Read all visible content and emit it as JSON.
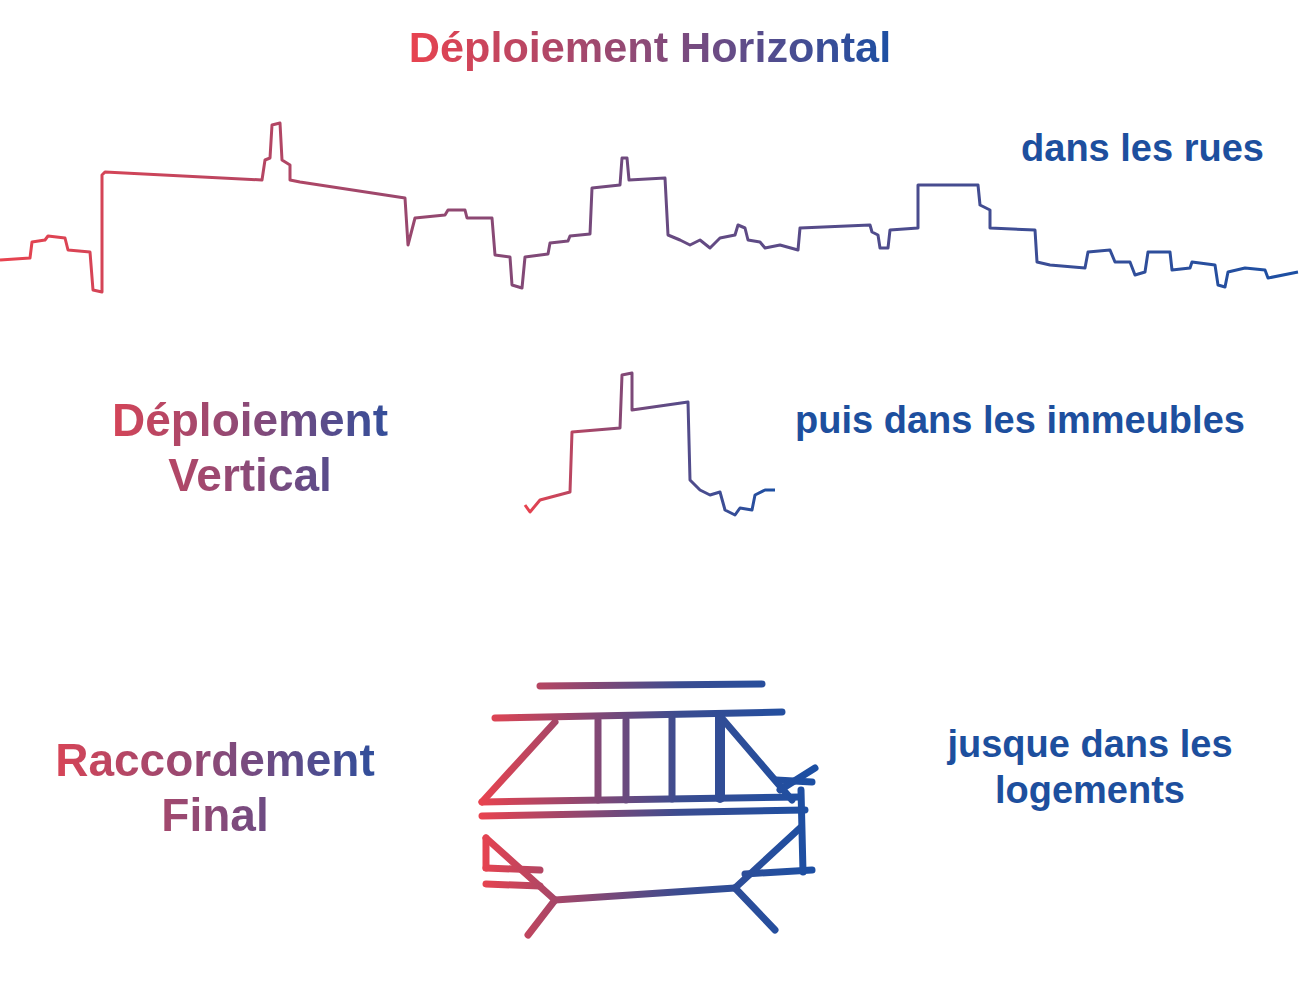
{
  "diagram": {
    "title": "Déploiement Horizontal",
    "labels": [
      "dans les rues",
      "Déploiement Vertical",
      "puis dans les immeubles",
      "Raccordement Final",
      "jusque dans les logements"
    ]
  }
}
